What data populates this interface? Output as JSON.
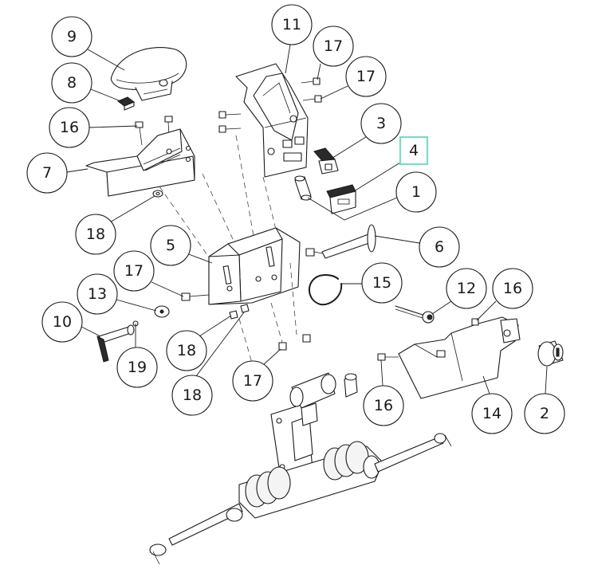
{
  "highlight_color": "#7ed9c8",
  "highlighted_callout": "4",
  "callouts": [
    "9",
    "8",
    "16",
    "7",
    "18",
    "11",
    "17",
    "17",
    "3",
    "4",
    "1",
    "6",
    "5",
    "17",
    "13",
    "10",
    "19",
    "18",
    "18",
    "15",
    "12",
    "16",
    "17",
    "16",
    "14",
    "2"
  ]
}
